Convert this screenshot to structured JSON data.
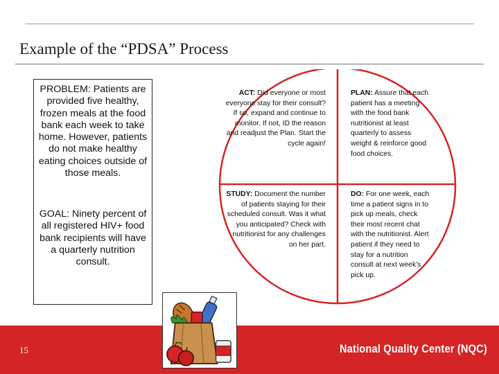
{
  "slide": {
    "title": "Example of the “PDSA” Process",
    "page_number": "15",
    "organization": "National Quality Center (NQC)"
  },
  "problem_box": {
    "problem_label": "PROBLEM:",
    "problem_text": " Patients are provided five healthy, frozen meals at the food bank each week to take home. However, patients do not make healthy eating choices outside of those meals.",
    "goal_label": "GOAL:",
    "goal_text": " Ninety percent of all registered HIV+ food bank recipients will have a quarterly nutrition consult."
  },
  "pdsa": {
    "act_label": "ACT:",
    "act_text": " Did everyone or most everyone stay for their consult? If so, expand and continue to monitor. If not, ID the reason and readjust the Plan. Start the cycle again!",
    "plan_label": "PLAN:",
    "plan_text": " Assure that each patient has a meeting with the food bank nutritionist at least quarterly to assess weight & reinforce good food choices.",
    "study_label": "STUDY:",
    "study_text": " Document the number of patients staying for their scheduled consult. Was it what you anticipated? Check with nutritionist for any challenges on her part.",
    "do_label": "DO:",
    "do_text": " For one week, each time a patient signs in to pick up meals, check their most recent chat with the nutritionist. Alert patient if they need to stay for a nutrition consult at next week's pick up."
  },
  "colors": {
    "accent_red": "#d42426",
    "circle_stroke": "#d42426",
    "text": "#111111"
  },
  "icons": {
    "groceries": "grocery-bag-icon"
  }
}
